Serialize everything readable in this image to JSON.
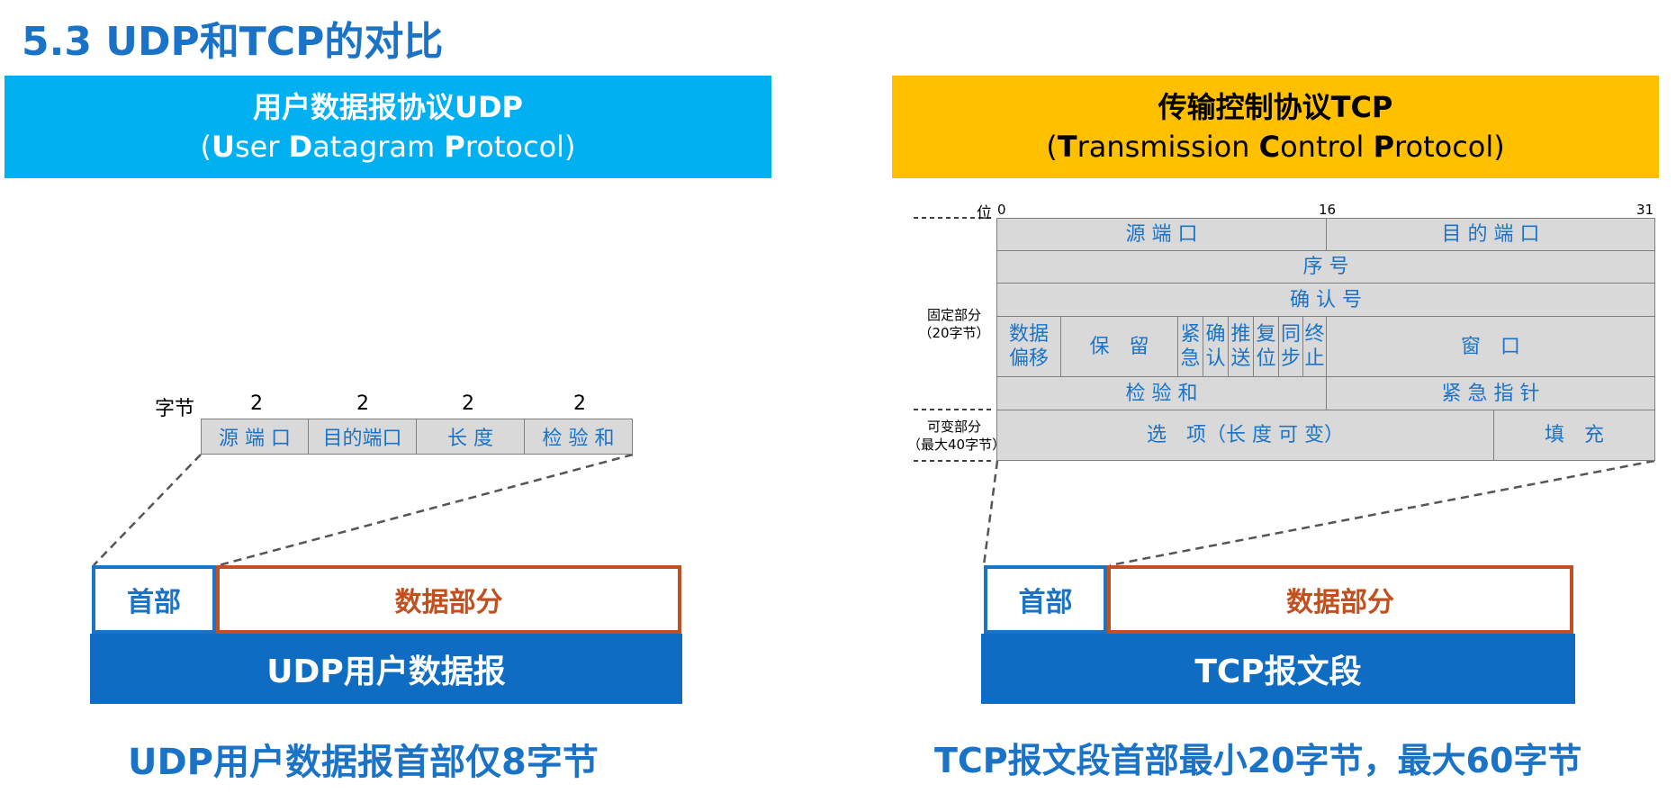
{
  "title": "5.3 UDP和TCP的对比",
  "udp": {
    "banner_line1": "用户数据报协议UDP",
    "banner_line2_parts": [
      "(",
      "U",
      "ser ",
      "D",
      "atagram ",
      "P",
      "rotocol)"
    ],
    "bytes_label": "字节",
    "field_sizes": [
      "2",
      "2",
      "2",
      "2"
    ],
    "fields": [
      "源 端 口",
      "目的端口",
      "长 度",
      "检 验 和"
    ],
    "header_label": "首部",
    "data_label": "数据部分",
    "bar_label": "UDP用户数据报",
    "caption": "UDP用户数据报首部仅8字节"
  },
  "tcp": {
    "banner_line1": "传输控制协议TCP",
    "banner_line2_parts": [
      "(",
      "T",
      "ransmission ",
      "C",
      "ontrol ",
      "P",
      "rotocol)"
    ],
    "bit_label": "位",
    "bit_ticks": [
      "0",
      "16",
      "31"
    ],
    "fixed_label": [
      "固定部分",
      "（20字节）"
    ],
    "variable_label": [
      "可变部分",
      "（最大40字节）"
    ],
    "row1": [
      "源 端 口",
      "目 的 端 口"
    ],
    "row2": "序 号",
    "row3": "确 认 号",
    "row4": {
      "offset": [
        "数据",
        "偏移"
      ],
      "reserved": "保　留",
      "flags": [
        [
          "紧",
          "急"
        ],
        [
          "确",
          "认"
        ],
        [
          "推",
          "送"
        ],
        [
          "复",
          "位"
        ],
        [
          "同",
          "步"
        ],
        [
          "终",
          "止"
        ]
      ],
      "window": "窗　口"
    },
    "row5": [
      "检 验 和",
      "紧 急 指 针"
    ],
    "row6": [
      "选　项（长 度 可 变）",
      "填　充"
    ],
    "header_label": "首部",
    "data_label": "数据部分",
    "bar_label": "TCP报文段",
    "caption": "TCP报文段首部最小20字节，最大60字节"
  }
}
